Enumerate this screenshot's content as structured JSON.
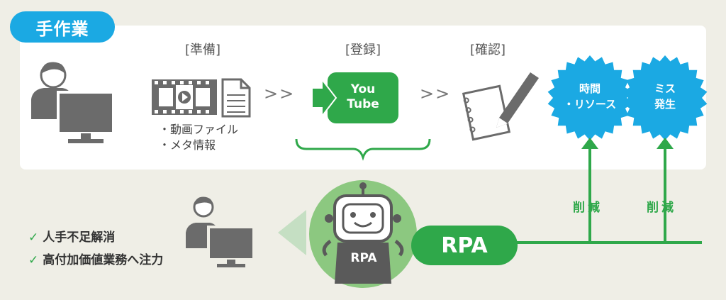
{
  "manual": {
    "label": "手作業",
    "steps": {
      "prepare": "[準備]",
      "register": "[登録]",
      "confirm": "[確認]"
    },
    "files": [
      "・動画ファイル",
      "・メタ情報"
    ],
    "youtube": {
      "line1": "You",
      "line2": "Tube"
    },
    "arrows": ">>"
  },
  "issues": {
    "time": {
      "line1": "時間",
      "line2": "・リソース"
    },
    "mistake": {
      "line1": "ミス",
      "line2": "発生"
    }
  },
  "reduce": [
    "削減",
    "削減"
  ],
  "rpa": {
    "pill": "RPA",
    "bot_label": "RPA"
  },
  "benefits": [
    "人手不足解消",
    "高付加価値業務へ注力"
  ],
  "colors": {
    "accent_blue": "#1ba9e3",
    "accent_green": "#2fa84a",
    "icon_gray": "#6b6b6b",
    "background": "#efeee6"
  },
  "icons": [
    "person-at-monitor-icon",
    "film-strip-icon",
    "document-icon",
    "youtube-icon",
    "notepad-pencil-icon",
    "robot-icon",
    "check-icon"
  ]
}
